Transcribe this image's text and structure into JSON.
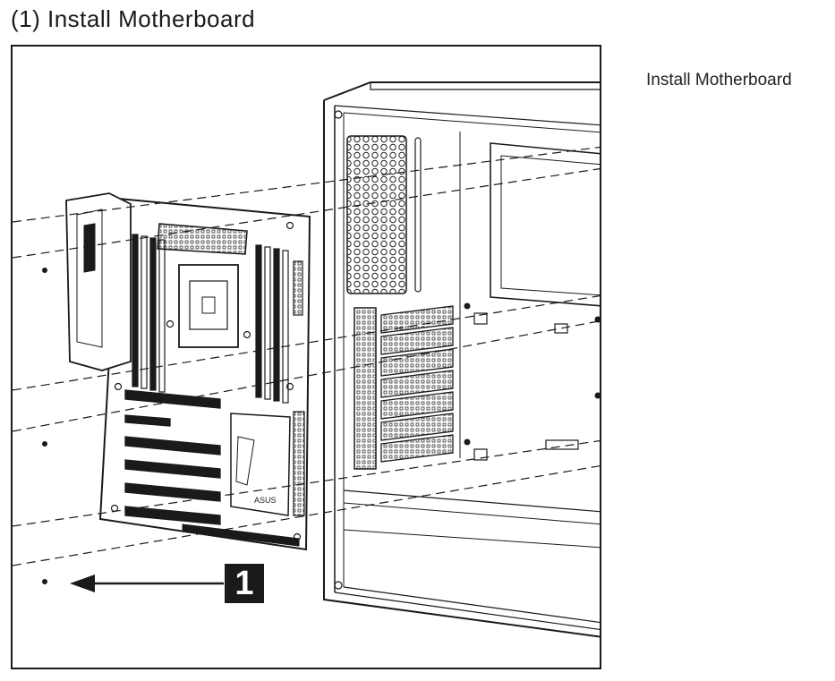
{
  "page": {
    "title": "(1) Install Motherboard",
    "side_caption": "Install Motherboard"
  },
  "figure": {
    "step_number": "1",
    "board_logo": "ASUS"
  }
}
